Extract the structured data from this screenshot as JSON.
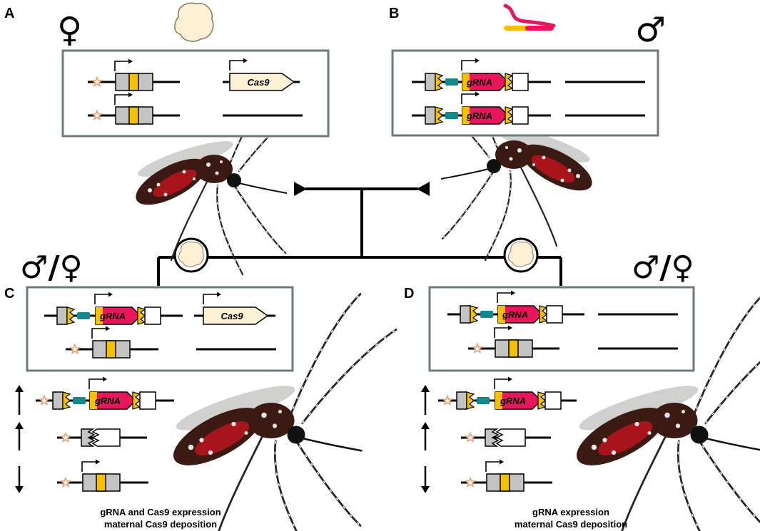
{
  "panels": {
    "a": {
      "letter": "A",
      "sex": "♀"
    },
    "b": {
      "letter": "B",
      "sex": "♂"
    },
    "c": {
      "letter": "C",
      "sex": "♂/♀"
    },
    "d": {
      "letter": "D",
      "sex": "♂/♀"
    }
  },
  "labels": {
    "cas9": "Cas9",
    "grna": "gRNA"
  },
  "captions": {
    "c_line1": "gRNA and Cas9 expression",
    "c_line2": "maternal Cas9 deposition",
    "d_line1": "gRNA expression",
    "d_line2": "maternal Cas9 deposition"
  },
  "colors": {
    "yellow": "#f5c000",
    "pink": "#e8175d",
    "teal": "#138a8a",
    "gray": "#c4c4c4",
    "cream": "#fdf0d5",
    "box_border": "#6f7b76",
    "star": "#f0a070"
  },
  "icons": [
    "female-symbol",
    "male-symbol",
    "egg-cytoplasm-icon",
    "sperm-icon",
    "mosquito-illustration",
    "cross-bracket",
    "up-arrow",
    "down-arrow",
    "star-promoter"
  ]
}
